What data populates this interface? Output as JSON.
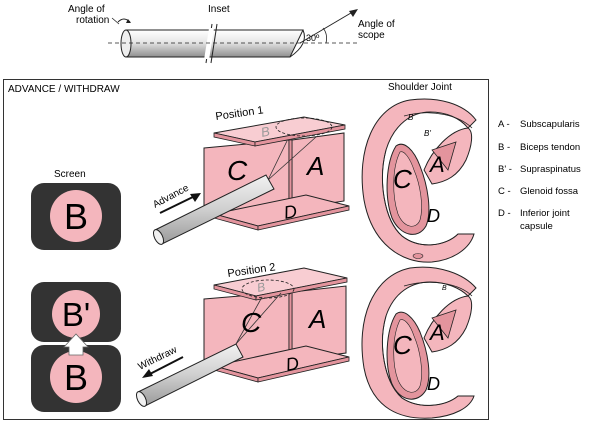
{
  "inset": {
    "angle_of_rotation": [
      "Angle of",
      "rotation"
    ],
    "title": "Inset",
    "angle_of_scope": [
      "Angle of",
      "scope"
    ],
    "angle_value": "30º"
  },
  "panel": {
    "title": "ADVANCE / WITHDRAW",
    "shoulder_joint": "Shoulder Joint",
    "screen": "Screen",
    "position1": "Position 1",
    "position2": "Position 2",
    "advance": "Advance",
    "withdraw": "Withdraw"
  },
  "screens": {
    "top": "B",
    "stack_upper": "B'",
    "stack_lower": "B"
  },
  "box_letters": {
    "c": "C",
    "a": "A",
    "d": "D",
    "b": "B"
  },
  "joint_letters": {
    "c": "C",
    "a": "A",
    "d": "D",
    "b": "B",
    "b_prime": "B'"
  },
  "legend": [
    {
      "key": "A -",
      "text": [
        "Subscapularis"
      ]
    },
    {
      "key": "B -",
      "text": [
        "Biceps tendon"
      ]
    },
    {
      "key": "B' -",
      "text": [
        "Supraspinatus"
      ]
    },
    {
      "key": "C -",
      "text": [
        "Glenoid fossa"
      ]
    },
    {
      "key": "D -",
      "text": [
        "Inferior joint",
        "capsule"
      ]
    }
  ],
  "colors": {
    "pink": "#f4b6bd",
    "pink_dark": "#e3949d",
    "pink_light": "#f8cdd2",
    "screen_bg": "#333333",
    "outline": "#222222"
  }
}
